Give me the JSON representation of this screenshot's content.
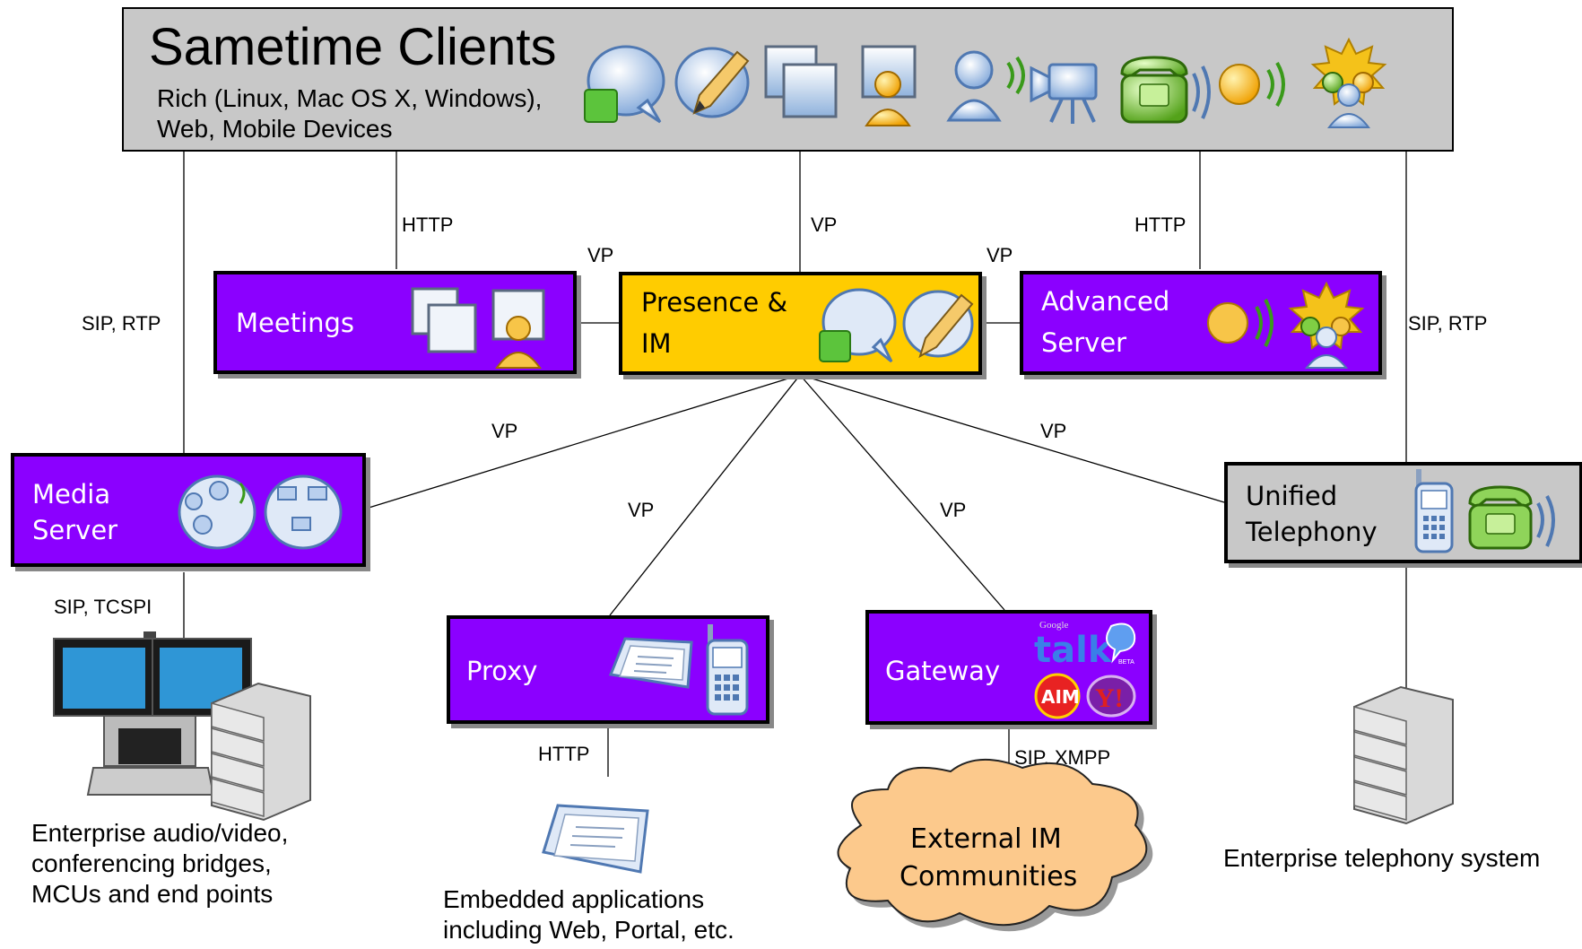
{
  "clients": {
    "title": "Sametime Clients",
    "subtitle_line1": "Rich (Linux, Mac OS X, Windows),",
    "subtitle_line2": "Web, Mobile Devices"
  },
  "nodes": {
    "meetings": "Meetings",
    "presence_line1": "Presence &",
    "presence_line2": "IM",
    "advanced_line1": "Advanced",
    "advanced_line2": "Server",
    "media_line1": "Media",
    "media_line2": "Server",
    "telephony_line1": "Unified",
    "telephony_line2": "Telephony",
    "proxy": "Proxy",
    "gateway": "Gateway",
    "external_line1": "External IM",
    "external_line2": "Communities"
  },
  "edges": {
    "left_outer": "SIP, RTP",
    "meetings_http": "HTTP",
    "presence_vp": "VP",
    "advanced_http": "HTTP",
    "right_outer": "SIP, RTP",
    "meet_presence_vp": "VP",
    "presence_adv_vp": "VP",
    "media_vp": "VP",
    "proxy_vp": "VP",
    "gateway_vp": "VP",
    "telephony_vp": "VP",
    "media_bottom": "SIP, TCSPI",
    "proxy_bottom": "HTTP",
    "gateway_bottom": "SIP, XMPP"
  },
  "captions": {
    "enterprise_av_line1": "Enterprise audio/video,",
    "enterprise_av_line2": "conferencing bridges,",
    "enterprise_av_line3": "MCUs and end points",
    "embedded_line1": "Embedded applications",
    "embedded_line2": "including Web, Portal, etc.",
    "telephony_system": "Enterprise telephony system"
  },
  "logos": {
    "google_small": "Google",
    "talk": "talk",
    "beta": "BETA",
    "aim": "AIM",
    "yahoo": "Y!"
  },
  "icons": [
    "chat-bubble-icon",
    "pencil-edit-icon",
    "windows-stack-icon",
    "user-screen-icon",
    "user-speaking-icon",
    "video-camera-icon",
    "telephone-icon",
    "audio-signal-icon",
    "group-star-icon",
    "mobile-phone-icon",
    "tablet-icon",
    "server-icon",
    "video-conference-icon"
  ],
  "colors": {
    "server_box": "#8b00ff",
    "presence_box": "#ffcc00",
    "clients_box": "#c8c8c8",
    "telephony_box": "#c8c8c8",
    "cloud": "#fcc98c"
  }
}
